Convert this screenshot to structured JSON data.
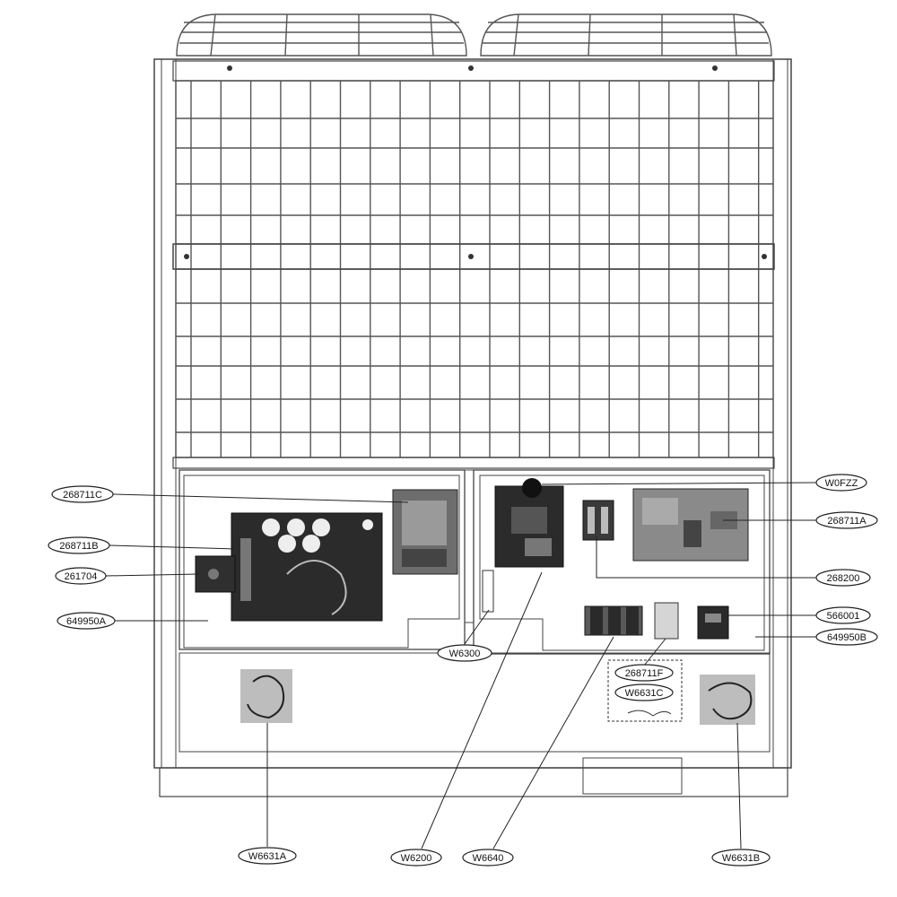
{
  "diagram": {
    "colors": {
      "line": "#222222",
      "panel": "#f4f4f4",
      "pcb_dark": "#2b2b2b",
      "pcb_light": "#8a8a8a",
      "part_bg": "#bdbdbd"
    }
  },
  "callouts": {
    "c268711C": "268711C",
    "c268711B": "268711B",
    "c261704": "261704",
    "c649950A": "649950A",
    "cW0FZZ": "W0FZZ",
    "c268711A": "268711A",
    "c268200": "268200",
    "c566001": "566001",
    "c649950B": "649950B",
    "cW6300": "W6300",
    "c268711F": "268711F",
    "cW6631C": "W6631C",
    "cW6631A": "W6631A",
    "cW6200": "W6200",
    "cW6640": "W6640",
    "cW6631B": "W6631B"
  }
}
